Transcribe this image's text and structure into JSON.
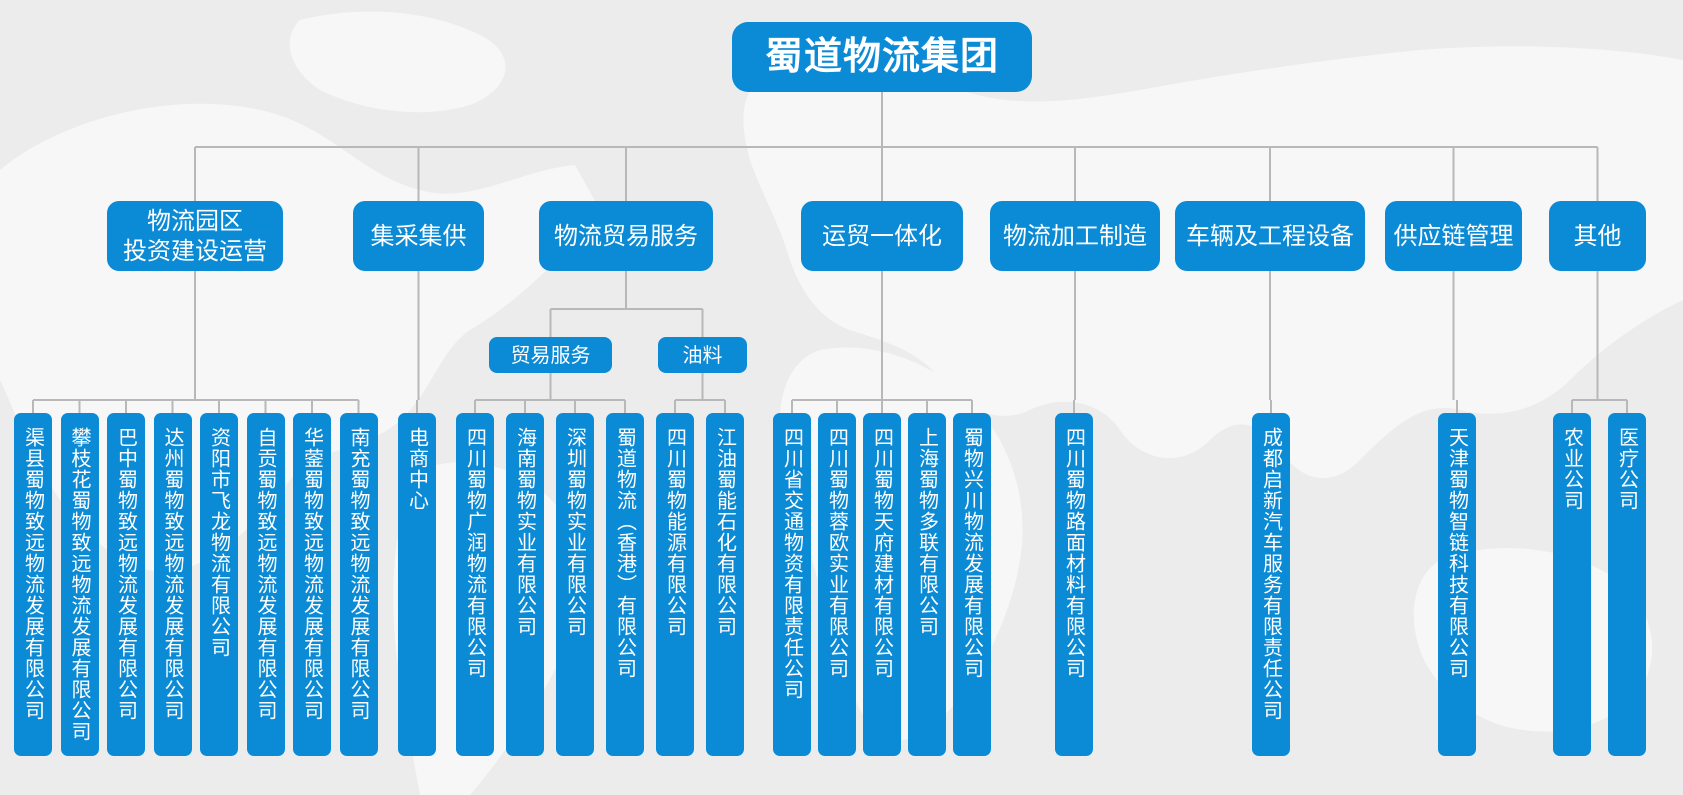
{
  "root": "蜀道物流集团",
  "colors": {
    "box": "#0b8ad6",
    "line": "#b8b8b8",
    "map": "#f6f6f6",
    "background": "#ececec"
  },
  "divisions": [
    {
      "id": "d1",
      "label": "物流园区\n投资建设运营",
      "subsidiaries": [
        "渠县蜀物致远物流发展有限公司",
        "攀枝花蜀物致远物流发展有限公司",
        "巴中蜀物致远物流发展有限公司",
        "达州蜀物致远物流发展有限公司",
        "资阳市飞龙物流有限公司",
        "自贡蜀物致远物流发展有限公司",
        "华蓥蜀物致远物流发展有限公司",
        "南充蜀物致远物流发展有限公司"
      ]
    },
    {
      "id": "d2",
      "label": "集采集供",
      "subsidiaries": [
        "电商中心"
      ]
    },
    {
      "id": "d3",
      "label": "物流贸易服务",
      "groups": [
        {
          "id": "g1",
          "label": "贸易服务",
          "subsidiaries": [
            "四川蜀物广润物流有限公司",
            "海南蜀物实业有限公司",
            "深圳蜀物实业有限公司",
            "蜀道物流（香港）有限公司"
          ]
        },
        {
          "id": "g2",
          "label": "油料",
          "subsidiaries": [
            "四川蜀物能源有限公司",
            "江油蜀能石化有限公司"
          ]
        }
      ]
    },
    {
      "id": "d4",
      "label": "运贸一体化",
      "subsidiaries": [
        "四川省交通物资有限责任公司",
        "四川蜀物蓉欧实业有限公司",
        "四川蜀物天府建材有限公司",
        "上海蜀物多联有限公司",
        "蜀物兴川物流发展有限公司"
      ]
    },
    {
      "id": "d5",
      "label": "物流加工制造",
      "subsidiaries": [
        "四川蜀物路面材料有限公司"
      ]
    },
    {
      "id": "d6",
      "label": "车辆及工程设备",
      "subsidiaries": [
        "成都启新汽车服务有限责任公司"
      ]
    },
    {
      "id": "d7",
      "label": "供应链管理",
      "subsidiaries": [
        "天津蜀物智链科技有限公司"
      ]
    },
    {
      "id": "d8",
      "label": "其他",
      "subsidiaries": [
        "农业公司",
        "医疗公司"
      ]
    }
  ]
}
